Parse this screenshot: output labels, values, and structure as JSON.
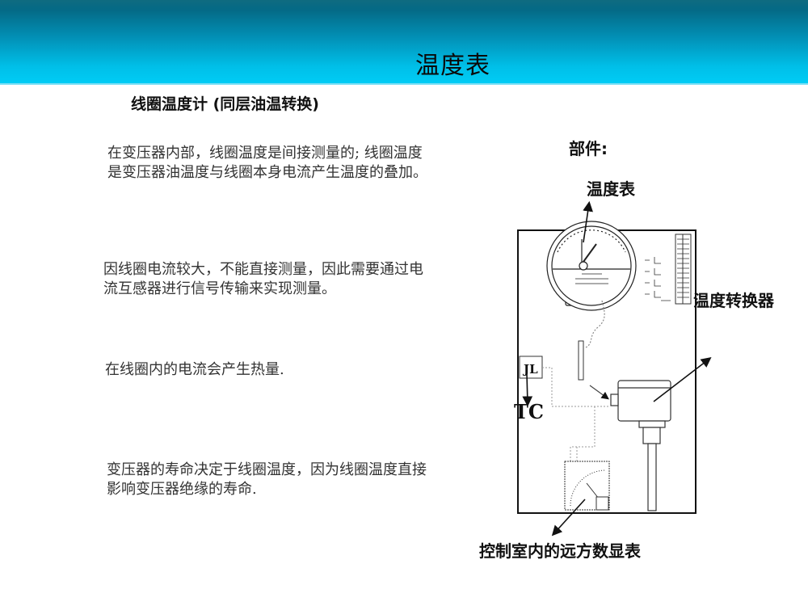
{
  "slide": {
    "title": "温度表",
    "subtitle": "线圈温度计 (同层油温转换)",
    "paragraphs": [
      {
        "line1": "在变压器内部，线圈温度是间接测量的; 线圈温度",
        "line2": "是变压器油温度与线圈本身电流产生温度的叠加。"
      },
      {
        "line1": "因线圈电流较大，不能直接测量，因此需要通过电",
        "line2": "流互感器进行信号传输来实现测量。"
      },
      {
        "line1": "在线圈内的电流会产生热量.",
        "line2": ""
      },
      {
        "line1": "变压器的寿命决定于线圈温度，因为线圈温度直接",
        "line2": "影响变压器绝缘的寿命."
      }
    ]
  },
  "diagram": {
    "parts_heading": "部件:",
    "labels": {
      "gauge": "温度表",
      "converter": "温度转换器",
      "tc": "TC",
      "remote_display": "控制室内的远方数显表"
    },
    "colors": {
      "header_top": "#046a86",
      "header_bottom": "#00ccf5",
      "line": "#111111"
    }
  }
}
